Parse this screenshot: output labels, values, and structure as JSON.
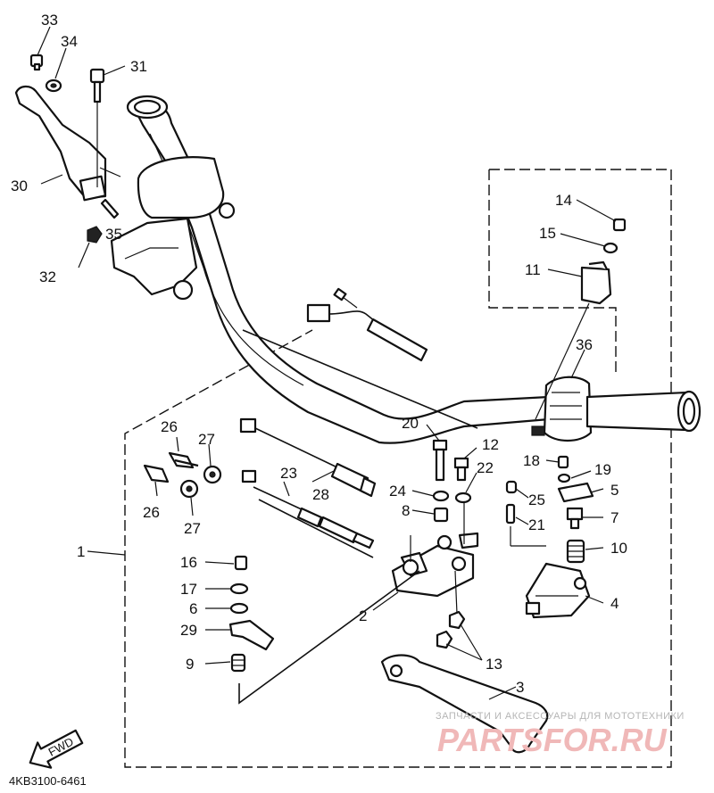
{
  "diagram": {
    "code": "4KB3100-6461",
    "fwd_label": "FWD",
    "watermark": {
      "line1": "ЗАПЧАСТИ И АКСЕССУАРЫ ДЛЯ МОТОТЕХНИКИ",
      "line2": "PARTSFOR.RU"
    },
    "callouts": [
      {
        "id": "c33",
        "label": "33"
      },
      {
        "id": "c34",
        "label": "34"
      },
      {
        "id": "c31",
        "label": "31"
      },
      {
        "id": "c30",
        "label": "30"
      },
      {
        "id": "c35",
        "label": "35"
      },
      {
        "id": "c32",
        "label": "32"
      },
      {
        "id": "c14",
        "label": "14"
      },
      {
        "id": "c15",
        "label": "15"
      },
      {
        "id": "c11",
        "label": "11"
      },
      {
        "id": "c36",
        "label": "36"
      },
      {
        "id": "c20",
        "label": "20"
      },
      {
        "id": "c12",
        "label": "12"
      },
      {
        "id": "c26a",
        "label": "26"
      },
      {
        "id": "c27a",
        "label": "27"
      },
      {
        "id": "c18",
        "label": "18"
      },
      {
        "id": "c19",
        "label": "19"
      },
      {
        "id": "c22",
        "label": "22"
      },
      {
        "id": "c23",
        "label": "23"
      },
      {
        "id": "c5",
        "label": "5"
      },
      {
        "id": "c28",
        "label": "28"
      },
      {
        "id": "c24",
        "label": "24"
      },
      {
        "id": "c26b",
        "label": "26"
      },
      {
        "id": "c25",
        "label": "25"
      },
      {
        "id": "c27b",
        "label": "27"
      },
      {
        "id": "c8",
        "label": "8"
      },
      {
        "id": "c7",
        "label": "7"
      },
      {
        "id": "c21",
        "label": "21"
      },
      {
        "id": "c10",
        "label": "10"
      },
      {
        "id": "c1",
        "label": "1"
      },
      {
        "id": "c16",
        "label": "16"
      },
      {
        "id": "c17",
        "label": "17"
      },
      {
        "id": "c6",
        "label": "6"
      },
      {
        "id": "c2",
        "label": "2"
      },
      {
        "id": "c4",
        "label": "4"
      },
      {
        "id": "c29",
        "label": "29"
      },
      {
        "id": "c9",
        "label": "9"
      },
      {
        "id": "c13",
        "label": "13"
      },
      {
        "id": "c3",
        "label": "3"
      }
    ]
  }
}
